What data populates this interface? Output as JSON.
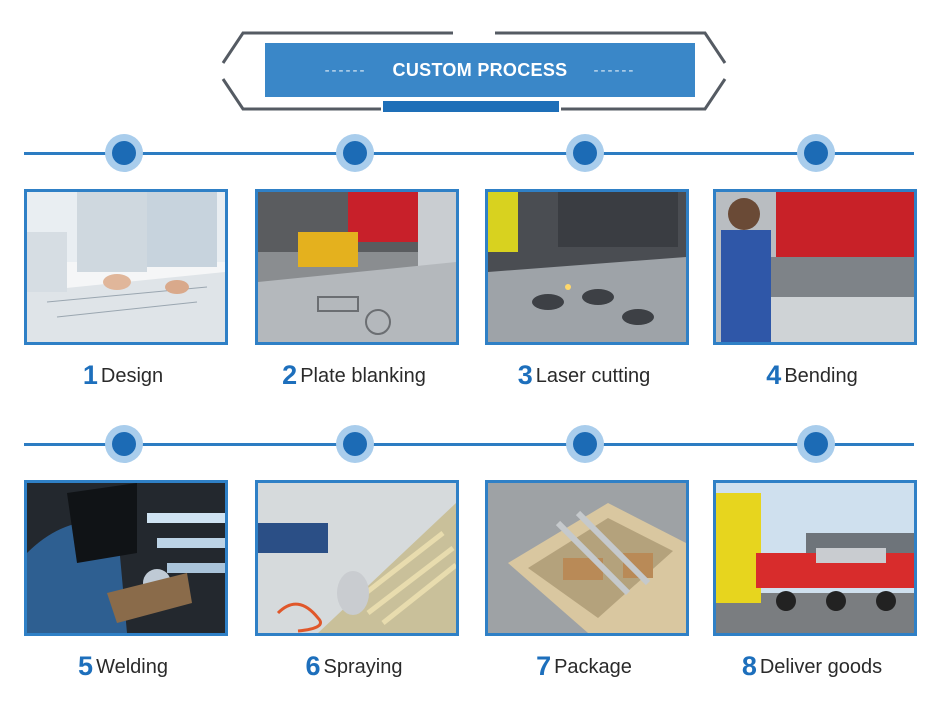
{
  "header": {
    "title": "CUSTOM PROCESS",
    "dash_left": "------",
    "dash_right": "------"
  },
  "steps": [
    {
      "number": "1",
      "label": "Design"
    },
    {
      "number": "2",
      "label": "Plate blanking"
    },
    {
      "number": "3",
      "label": "Laser cutting"
    },
    {
      "number": "4",
      "label": "Bending"
    },
    {
      "number": "5",
      "label": "Welding"
    },
    {
      "number": "6",
      "label": "Spraying"
    },
    {
      "number": "7",
      "label": "Package"
    },
    {
      "number": "8",
      "label": "Deliver goods"
    }
  ],
  "colors": {
    "accent": "#3a87c8",
    "timeline": "#2c7cc2",
    "number": "#1d6fbc"
  }
}
